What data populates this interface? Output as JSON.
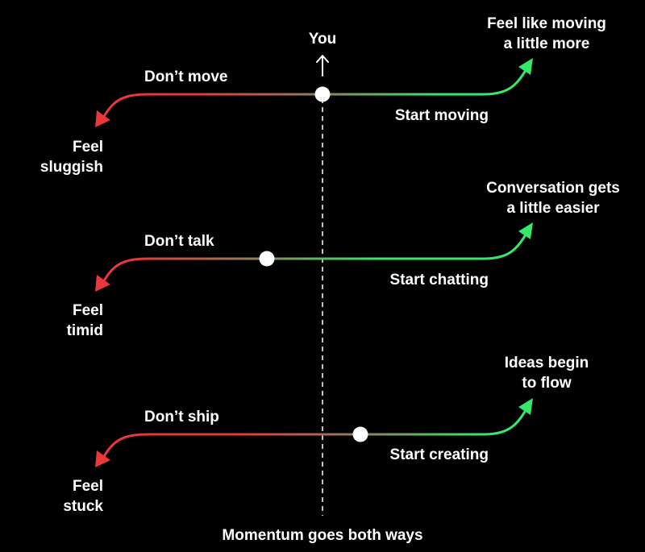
{
  "you_label": "You",
  "footer": "Momentum goes both ways",
  "colors": {
    "background": "#000000",
    "negative": "#e8383b",
    "positive": "#35e86a",
    "neutral_line": "#ffffff",
    "dot": "#ffffff",
    "text": "#ffffff"
  },
  "rows": [
    {
      "negative_action": "Don’t move",
      "negative_outcome": [
        "Feel",
        "sluggish"
      ],
      "positive_action": "Start moving",
      "positive_outcome": [
        "Feel like moving",
        "a little more"
      ],
      "position": 0.5
    },
    {
      "negative_action": "Don’t talk",
      "negative_outcome": [
        "Feel",
        "timid"
      ],
      "positive_action": "Start chatting",
      "positive_outcome": [
        "Conversation gets",
        "a little easier"
      ],
      "position": 0.31
    },
    {
      "negative_action": "Don’t ship",
      "negative_outcome": [
        "Feel",
        "stuck"
      ],
      "positive_action": "Start creating",
      "positive_outcome": [
        "Ideas begin",
        "to flow"
      ],
      "position": 0.63
    }
  ]
}
